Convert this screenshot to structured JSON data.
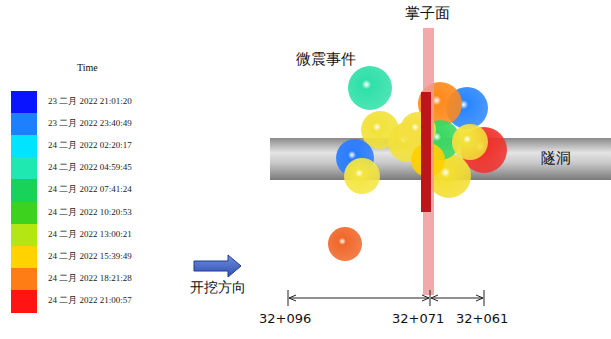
{
  "diagram": {
    "labels": [
      "Time",
      "掌子面",
      "微震事件",
      "隧洞",
      "开挖方向",
      "32+096",
      "32+071",
      "32+061"
    ],
    "legend": [
      {
        "text": "23 二月 2022 21:01:20",
        "color": "#0a14ff"
      },
      {
        "text": "23 二月 2022 23:40:49",
        "color": "#1e7fff"
      },
      {
        "text": "24 二月 2022 02:20:17",
        "color": "#00e4ff"
      },
      {
        "text": "24 二月 2022 04:59:45",
        "color": "#1fe8b0"
      },
      {
        "text": "24 二月 2022 07:41:24",
        "color": "#19d25a"
      },
      {
        "text": "24 二月 2022 10:20:53",
        "color": "#3cd21e"
      },
      {
        "text": "24 二月 2022 13:00:21",
        "color": "#b4e614"
      },
      {
        "text": "24 二月 2022 15:39:49",
        "color": "#ffd200"
      },
      {
        "text": "24 二月 2022 18:21:28",
        "color": "#ff7d14"
      },
      {
        "text": "24 二月 2022 21:00:57",
        "color": "#ff1414"
      }
    ]
  }
}
